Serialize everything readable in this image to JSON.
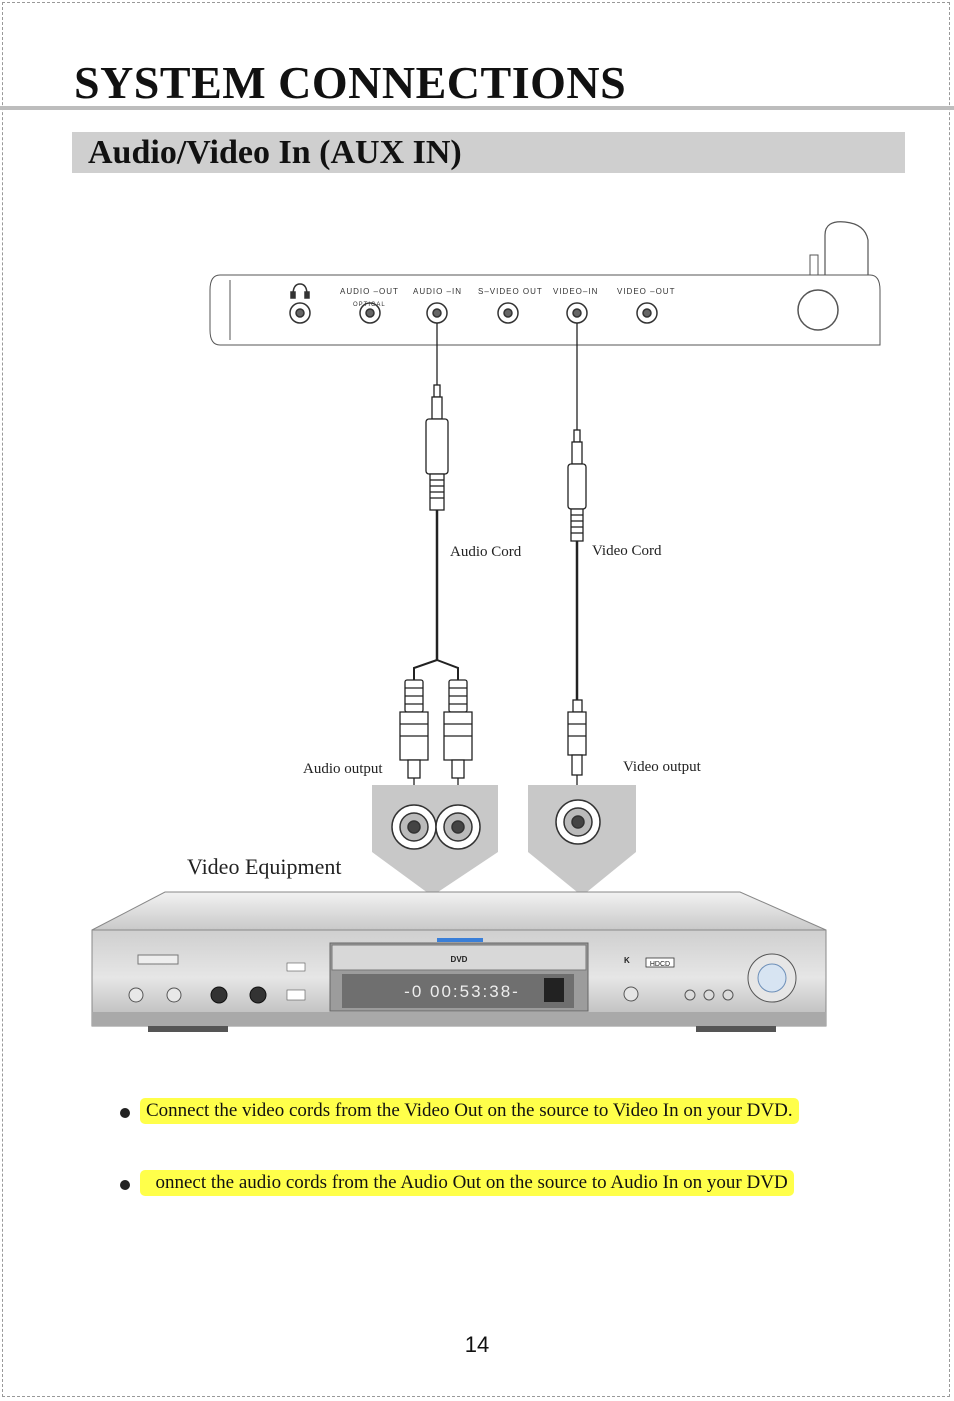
{
  "page": {
    "title": "SYSTEM CONNECTIONS",
    "section": "Audio/Video In (AUX IN)",
    "page_number": "14"
  },
  "diagram": {
    "ports": [
      "AUDIO –OUT",
      "AUDIO –IN",
      "S–VIDEO OUT",
      "VIDEO–IN",
      "VIDEO –OUT"
    ],
    "optical_label": "OPTICAL",
    "audio_cord": "Audio Cord",
    "video_cord": "Video Cord",
    "audio_output": "Audio output",
    "video_output": "Video output",
    "equipment": "Video Equipment",
    "display_readout": "-0 00:53:38-",
    "dvd_logo": "DVD",
    "hdcd_logo": "HDCD"
  },
  "instructions": [
    "Connect the video cords from the Video Out on the source to Video In on your DVD.",
    "  onnect the audio cords from the Audio Out on the source to Audio In on your DVD"
  ]
}
